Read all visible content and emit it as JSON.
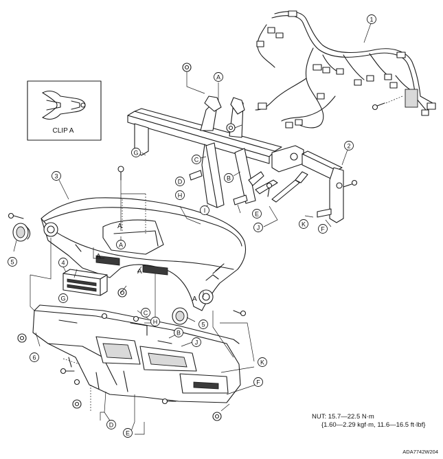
{
  "clip_box": {
    "label": "CLIP A"
  },
  "part_numbers": [
    "1",
    "2",
    "3",
    "4",
    "5",
    "5",
    "6"
  ],
  "letter_callouts": [
    "A",
    "A",
    "B",
    "B",
    "C",
    "C",
    "D",
    "D",
    "E",
    "E",
    "F",
    "F",
    "G",
    "G",
    "H",
    "H",
    "I",
    "J",
    "J",
    "K",
    "K"
  ],
  "inline_letters": [
    "A",
    "A",
    "A",
    "A"
  ],
  "torque_note": {
    "line1": "NUT: 15.7—22.5 N·m",
    "line2": "{1.60—2.29 kgf·m, 11.6—16.5 ft·lbf}"
  },
  "figure_code": "ADA7742W204"
}
